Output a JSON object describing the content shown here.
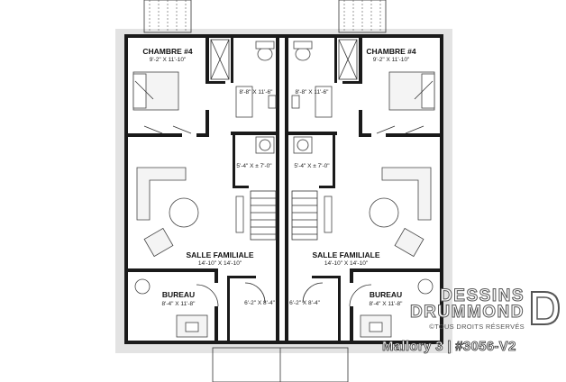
{
  "plan": {
    "rooms": [
      {
        "name": "CHAMBRE #4",
        "dims": "9'-2\" X 11'-10\""
      },
      {
        "name": "CHAMBRE #4",
        "dims": "9'-2\" X 11'-10\""
      },
      {
        "name": "SALLE FAMILIALE",
        "dims": "14'-10\" X 14'-10\""
      },
      {
        "name": "SALLE FAMILIALE",
        "dims": "14'-10\" X 14'-10\""
      },
      {
        "name": "BUREAU",
        "dims": "8'-4\" X 11'-8\""
      },
      {
        "name": "BUREAU",
        "dims": "8'-4\" X 11'-8\""
      }
    ],
    "dimensions": [
      "8'-8\" X 11'-6\"",
      "8'-8\" X 11'-6\"",
      "5'-4\" X ± 7'-0\"",
      "5'-4\" X ± 7'-0\"",
      "6'-2\" X 8'-4\"",
      "6'-2\" X 8'-4\""
    ]
  },
  "branding": {
    "name_line1": "DESSINS",
    "name_line2": "DRUMMOND",
    "rights": "©TOUS DROITS RÉSERVÉS",
    "logo_letter": "D"
  },
  "caption": "Mallory 3 | #3056-V2"
}
